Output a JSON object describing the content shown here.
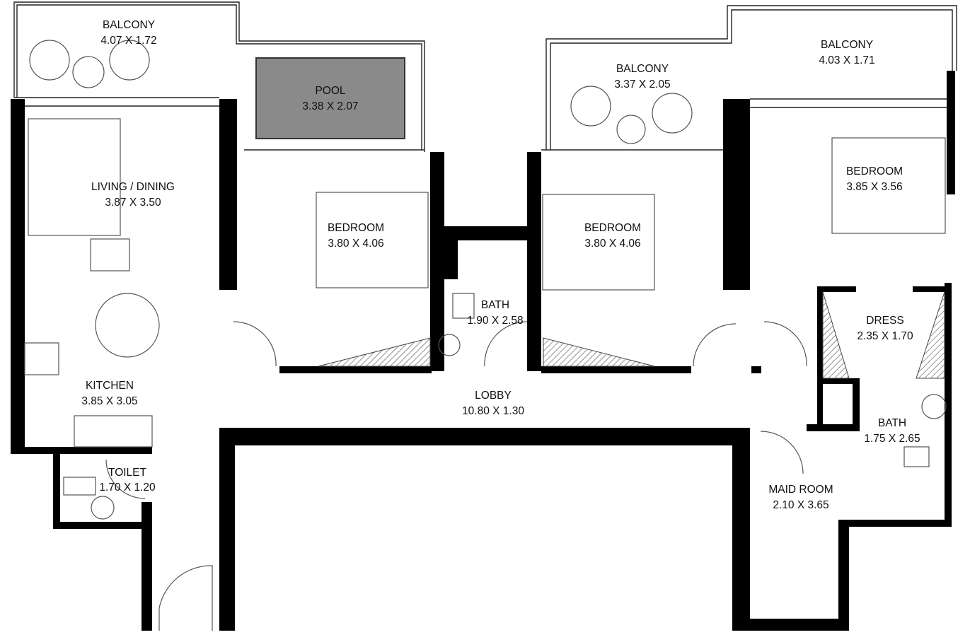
{
  "rooms": {
    "balcony_1": {
      "name": "BALCONY",
      "size": "4.07 X 1.72"
    },
    "pool": {
      "name": "POOL",
      "size": "3.38 X 2.07"
    },
    "balcony_2": {
      "name": "BALCONY",
      "size": "3.37 X 2.05"
    },
    "balcony_3": {
      "name": "BALCONY",
      "size": "4.03 X 1.71"
    },
    "living": {
      "name": "LIVING / DINING",
      "size": "3.87 X 3.50"
    },
    "bedroom_1": {
      "name": "BEDROOM",
      "size": "3.80 X 4.06"
    },
    "bedroom_2": {
      "name": "BEDROOM",
      "size": "3.80 X 4.06"
    },
    "bedroom_3": {
      "name": "BEDROOM",
      "size": "3.85 X 3.56"
    },
    "bath_1": {
      "name": "BATH",
      "size": "1.90 X 2.58"
    },
    "dress": {
      "name": "DRESS",
      "size": "2.35 X 1.70"
    },
    "kitchen": {
      "name": "KITCHEN",
      "size": "3.85 X 3.05"
    },
    "lobby": {
      "name": "LOBBY",
      "size": "10.80 X 1.30"
    },
    "bath_2": {
      "name": "BATH",
      "size": "1.75 X 2.65"
    },
    "toilet": {
      "name": "TOILET",
      "size": "1.70 X 1.20"
    },
    "maid": {
      "name": "MAID ROOM",
      "size": "2.10 X 3.65"
    }
  },
  "colors": {
    "wall": "#000000",
    "pool": "#8a8a8a"
  }
}
